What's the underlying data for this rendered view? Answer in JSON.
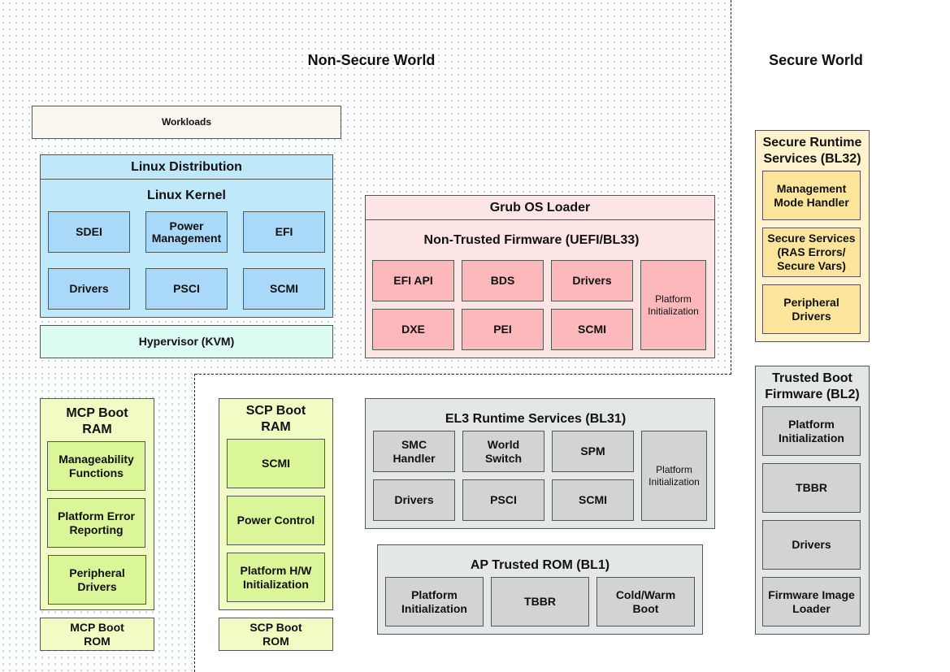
{
  "worlds": {
    "non_secure": "Non-Secure World",
    "secure": "Secure World"
  },
  "workloads": "Workloads",
  "linux": {
    "distribution": "Linux Distribution",
    "kernel": "Linux Kernel",
    "items": [
      "SDEI",
      "Power Management",
      "EFI",
      "Drivers",
      "PSCI",
      "SCMI"
    ]
  },
  "hypervisor": "Hypervisor (KVM)",
  "grub": {
    "title": "Grub OS Loader",
    "firmware": "Non-Trusted Firmware (UEFI/BL33)",
    "items": [
      "EFI API",
      "BDS",
      "Drivers",
      "DXE",
      "PEI",
      "SCMI"
    ],
    "platform": "Platform Initialization"
  },
  "mcp": {
    "ram": "MCP Boot RAM",
    "items": [
      "Manageability Functions",
      "Platform Error Reporting",
      "Peripheral Drivers"
    ],
    "rom": "MCP Boot ROM"
  },
  "scp": {
    "ram": "SCP Boot RAM",
    "items": [
      "SCMI",
      "Power Control",
      "Platform H/W Initialization"
    ],
    "rom": "SCP Boot ROM"
  },
  "el3": {
    "title": "EL3 Runtime Services (BL31)",
    "items": [
      "SMC Handler",
      "World Switch",
      "SPM",
      "Drivers",
      "PSCI",
      "SCMI"
    ],
    "platform": "Platform Initialization"
  },
  "ap_rom": {
    "title": "AP Trusted ROM (BL1)",
    "items": [
      "Platform Initialization",
      "TBBR",
      "Cold/Warm Boot"
    ]
  },
  "secure_runtime": {
    "title": "Secure Runtime Services (BL32)",
    "items": [
      "Management Mode Handler",
      "Secure Services (RAS Errors/ Secure Vars)",
      "Peripheral Drivers"
    ]
  },
  "trusted_boot": {
    "title": "Trusted Boot Firmware (BL2)",
    "items": [
      "Platform Initialization",
      "TBBR",
      "Drivers",
      "Firmware Image Loader"
    ]
  },
  "colors": {
    "linux": "#bfe9fb",
    "grub": "#fde4e5",
    "el3": "#e3e7e8",
    "mcp_scp": "#f1fcc5",
    "secure_runtime": "#fff3ce"
  }
}
